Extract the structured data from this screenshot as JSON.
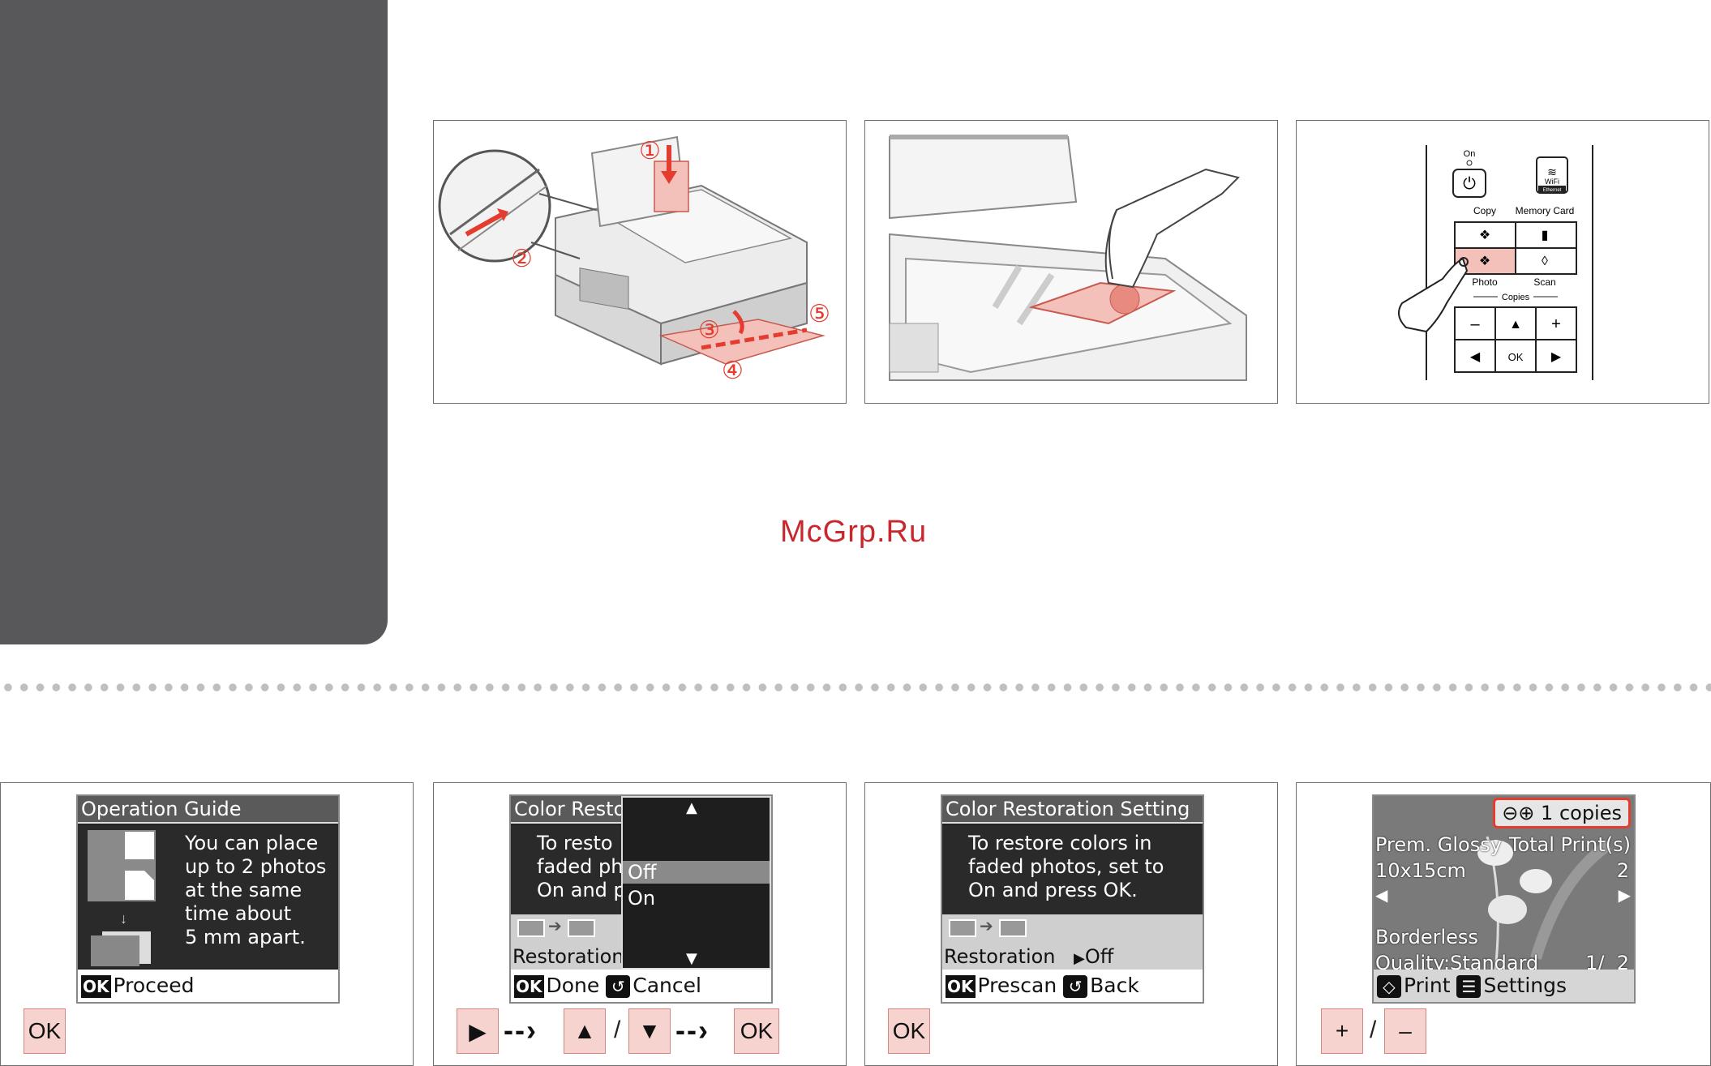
{
  "watermark": "McGrp.Ru",
  "figure1": {
    "step_labels": [
      "①",
      "②",
      "③",
      "④",
      "⑤"
    ]
  },
  "figure3": {
    "on_label": "On",
    "wifi_label": "WiFi",
    "ethernet_label": "Ethernet",
    "copy_label": "Copy",
    "memory_card_label": "Memory Card",
    "photo_label": "Photo",
    "scan_label": "Scan",
    "copies_label": "Copies",
    "minus": "–",
    "plus": "+",
    "up": "▲",
    "left": "◀",
    "ok": "OK",
    "right": "▶"
  },
  "screen1": {
    "title": "Operation Guide",
    "lines": [
      "You can place",
      "up to 2 photos",
      "at the same",
      "time about",
      "5 mm apart."
    ],
    "ok_chip": "OK",
    "footer": "Proceed",
    "button": "OK"
  },
  "screen2": {
    "title": "Color Resto",
    "lines": [
      "To resto",
      "faded ph",
      "On and p"
    ],
    "label": "Restoration",
    "options": [
      "Off",
      "On"
    ],
    "ok_chip": "OK",
    "done": "Done",
    "cancel": "Cancel",
    "btn_right": "▶",
    "btn_up": "▲",
    "slash": "/",
    "btn_down": "▼",
    "btn_ok": "OK"
  },
  "screen3": {
    "title": "Color Restoration Setting",
    "lines": [
      "To restore colors in",
      "faded photos, set to",
      "On and press OK."
    ],
    "label": "Restoration",
    "value": "Off",
    "ok_chip": "OK",
    "prescan": "Prescan",
    "back": "Back",
    "button": "OK"
  },
  "screen4": {
    "copies": "1 copies",
    "paper": "Prem. Glossy",
    "total": "Total Print(s)",
    "size": "10x15cm",
    "total_value": "2",
    "layout": "Borderless",
    "quality": "Quality:Standard",
    "page": "1/  2",
    "print": "Print",
    "settings": "Settings",
    "btn_plus": "+",
    "slash": "/",
    "btn_minus": "–"
  }
}
